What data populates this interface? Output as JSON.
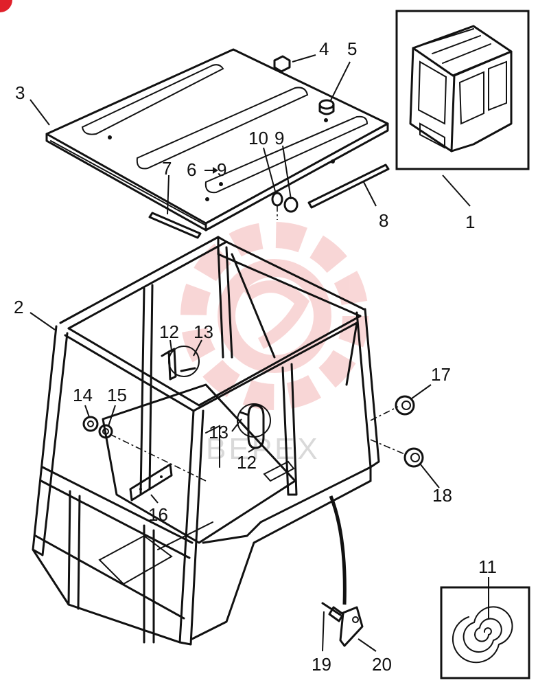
{
  "labels": {
    "c1": "1",
    "c2": "2",
    "c3": "3",
    "c4": "4",
    "c5": "5",
    "c6": "6",
    "c7": "7",
    "c8": "8",
    "c9": "9",
    "c9b": "9",
    "c10": "10",
    "c11": "11",
    "c12a": "12",
    "c12b": "12",
    "c13a": "13",
    "c13b": "13",
    "c14": "14",
    "c15": "15",
    "c16": "16",
    "c17": "17",
    "c18": "18",
    "c19": "19",
    "c20": "20"
  },
  "watermark": "BEPEX",
  "colors": {
    "line": "#111111",
    "watermark": "#f4b6b6",
    "corner_badge": "#e0202a"
  }
}
